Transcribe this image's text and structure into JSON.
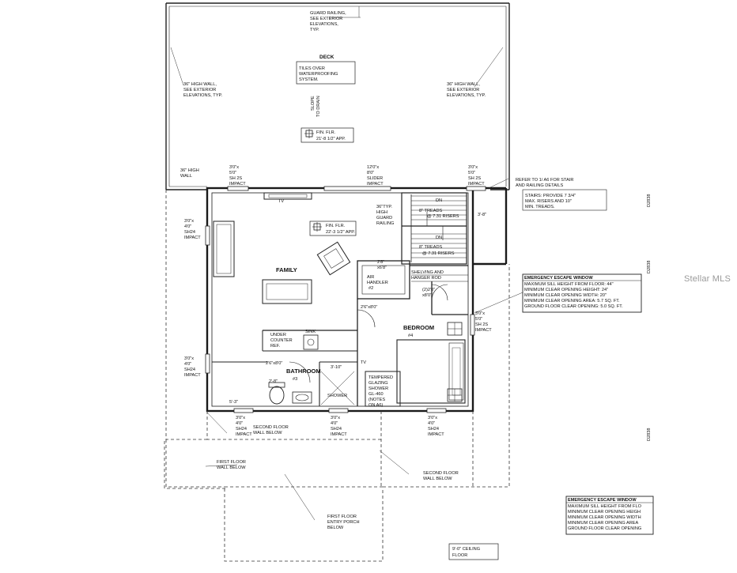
{
  "watermark": "Stellar MLS",
  "deck": {
    "label": "DECK",
    "guard_note": [
      "GUARD RAILING,",
      "SEE EXTERIOR",
      "ELEVATIONS,",
      "TYP."
    ],
    "tile_note": [
      "TILES OVER",
      "WATERPROOFING",
      "SYSTEM."
    ],
    "slope_note": [
      "SLOPE",
      "TO DRAIN"
    ],
    "left_wall_note": [
      "36\" HIGH WALL,",
      "SEE EXTERIOR",
      "ELEVATIONS, TYP."
    ],
    "right_wall_note": [
      "36\" HIGH WALL,",
      "SEE EXTERIOR",
      "ELEVATIONS, TYP."
    ],
    "finish_floor": [
      "FIN. FLR.",
      "21'-8 1/2\" APP."
    ]
  },
  "family": {
    "label": "FAMILY",
    "finish_floor": [
      "FIN. FLR.",
      "22'-3 1/2\" APP."
    ],
    "tv": "TV"
  },
  "wall_36": [
    "36\" HIGH",
    "WALL"
  ],
  "slider": [
    "12'0\"x",
    "8'0\"",
    "SLIDER",
    "IMPACT"
  ],
  "top_left_window": [
    "3'0\"x",
    "5'0\"",
    "SH 2S",
    "IMPACT"
  ],
  "top_right_window": [
    "3'0\"x",
    "5'0\"",
    "SH 2S",
    "IMPACT"
  ],
  "stair_refer": [
    "REFER TO 1/ A6 FOR STAIR",
    "AND RAILING DETAILS"
  ],
  "stair_note": [
    "STAIRS: PROVIDE 7 3/4\"",
    "MAX. RISERS AND 10\"",
    "MIN. TREADS."
  ],
  "guard_rail": [
    "36\"TYP.",
    "HIGH",
    "GUARD",
    "RAILING"
  ],
  "stair_dn": "DN",
  "treads_upper": [
    "8\" TREADS",
    "@ 7.31 RISERS"
  ],
  "treads_lower": [
    "8\" TREADS",
    "@ 7.31 RISERS"
  ],
  "stair_dim": "3'-8\"",
  "left_window_upper": [
    "3'0\"x",
    "4'0\"",
    "SH24",
    "IMPACT"
  ],
  "left_window_lower": [
    "3'0\"x",
    "4'0\"",
    "SH24",
    "IMPACT"
  ],
  "air_handler": [
    "AIR",
    "HANDLER",
    "#2"
  ],
  "air_handler_dim": [
    "2'8\"",
    "x6'8\""
  ],
  "closet_door": [
    "2'6\"x8'0\""
  ],
  "shelving": [
    "SHELVING AND",
    "HANGER ROD"
  ],
  "closet_dim": [
    "(2)2'0\"",
    "x8'0\""
  ],
  "bedroom": [
    "BEDROOM",
    "#4"
  ],
  "right_window": [
    "3'0\"x",
    "5'0\"",
    "SH 2S",
    "IMPACT"
  ],
  "egress_note": [
    "EMERGENCY ESCAPE WINDOW",
    "MAXIMUM SILL HEIGHT FROM FLOOR: 44\"",
    "MINIMUM CLEAR OPENING HEIGHT: 24\"",
    "MINIMUM CLEAR OPENING WIDTH: 20\"",
    "MINIMUM CLEAR OPENING AREA: 5.7 SQ. FT.",
    "GROUND FLOOR CLEAR OPENING: 5.0 SQ. FT."
  ],
  "egress_note_2": [
    "EMERGENCY ESCAPE WINDOW",
    "MAXIMUM SILL HEIGHT FROM FLO",
    "MINIMUM CLEAR OPENING HEIGH",
    "MINIMUM CLEAR OPENING WIDTH",
    "MINIMUM CLEAR OPENING AREA",
    "GROUND FLOOR CLEAR OPENING"
  ],
  "counter": [
    "UNDER",
    "COUNTER",
    "REF."
  ],
  "sink": "SINK",
  "tv_bedroom": "TV",
  "bath_door": [
    "2'6\"x8'0\""
  ],
  "bathroom": [
    "BATHROOM",
    "#3"
  ],
  "bath_dim": "3'-10\"",
  "bath_dim2": "2'-8\"",
  "shower": "SHOWER",
  "tempered": [
    "TEMPERED",
    "GLAZING",
    "SHOWER",
    "GL-460",
    "(NOTES",
    "ON A6)"
  ],
  "dim_bottom_left": "5'-3\"",
  "bottom_window_left": [
    "3'0\"x",
    "4'0\"",
    "SH24",
    "IMPACT"
  ],
  "bottom_window_mid": [
    "3'0\"x",
    "4'0\"",
    "SH24",
    "IMPACT"
  ],
  "bottom_window_right": [
    "3'0\"x",
    "4'0\"",
    "SH24",
    "IMPACT"
  ],
  "second_floor_wall_1": [
    "SECOND FLOOR",
    "WALL BELOW"
  ],
  "first_floor_wall": [
    "FIRST FLOOR",
    "WALL BELOW"
  ],
  "second_floor_wall_2": [
    "SECOND FLOOR",
    "WALL BELOW"
  ],
  "entry_porch": [
    "FIRST FLOOR",
    "ENTRY PORCH",
    "BELOW"
  ],
  "ceiling": [
    "9'-0\" CEILING",
    "FLOOR"
  ],
  "margin_marks": [
    "D2838",
    "D2838",
    "D2838"
  ]
}
